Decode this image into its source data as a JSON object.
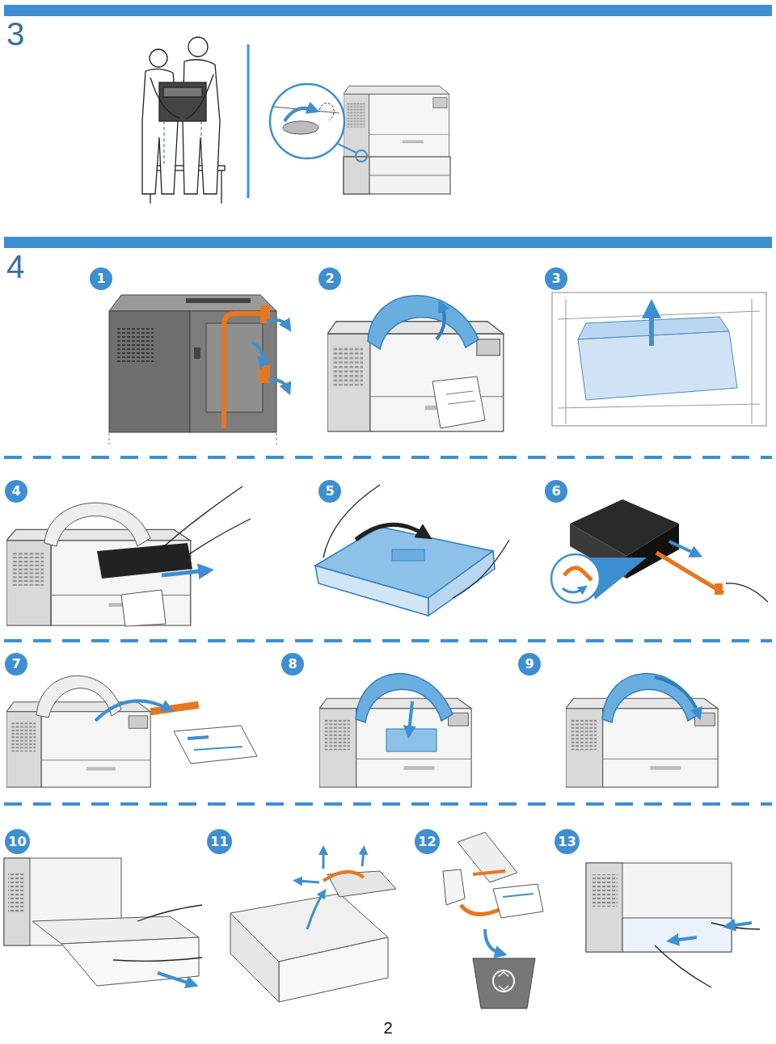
{
  "diagram": {
    "nodes": [
      {
        "text": [
          "1"
        ]
      },
      {
        "text": [
          "2"
        ]
      },
      {
        "text": [
          "3"
        ]
      },
      {
        "text": [
          "4"
        ]
      },
      {
        "text": [
          "5"
        ]
      },
      {
        "text": [
          "6"
        ]
      },
      {
        "text": [
          "7"
        ]
      },
      {
        "text": [
          "8"
        ]
      },
      {
        "text": [
          "9"
        ]
      },
      {
        "text": [
          "10"
        ]
      },
      {
        "text": [
          "11"
        ]
      },
      {
        "text": [
          "12"
        ]
      },
      {
        "text": [
          "13"
        ]
      }
    ],
    "labels": [
      "3",
      "4",
      "2"
    ]
  }
}
